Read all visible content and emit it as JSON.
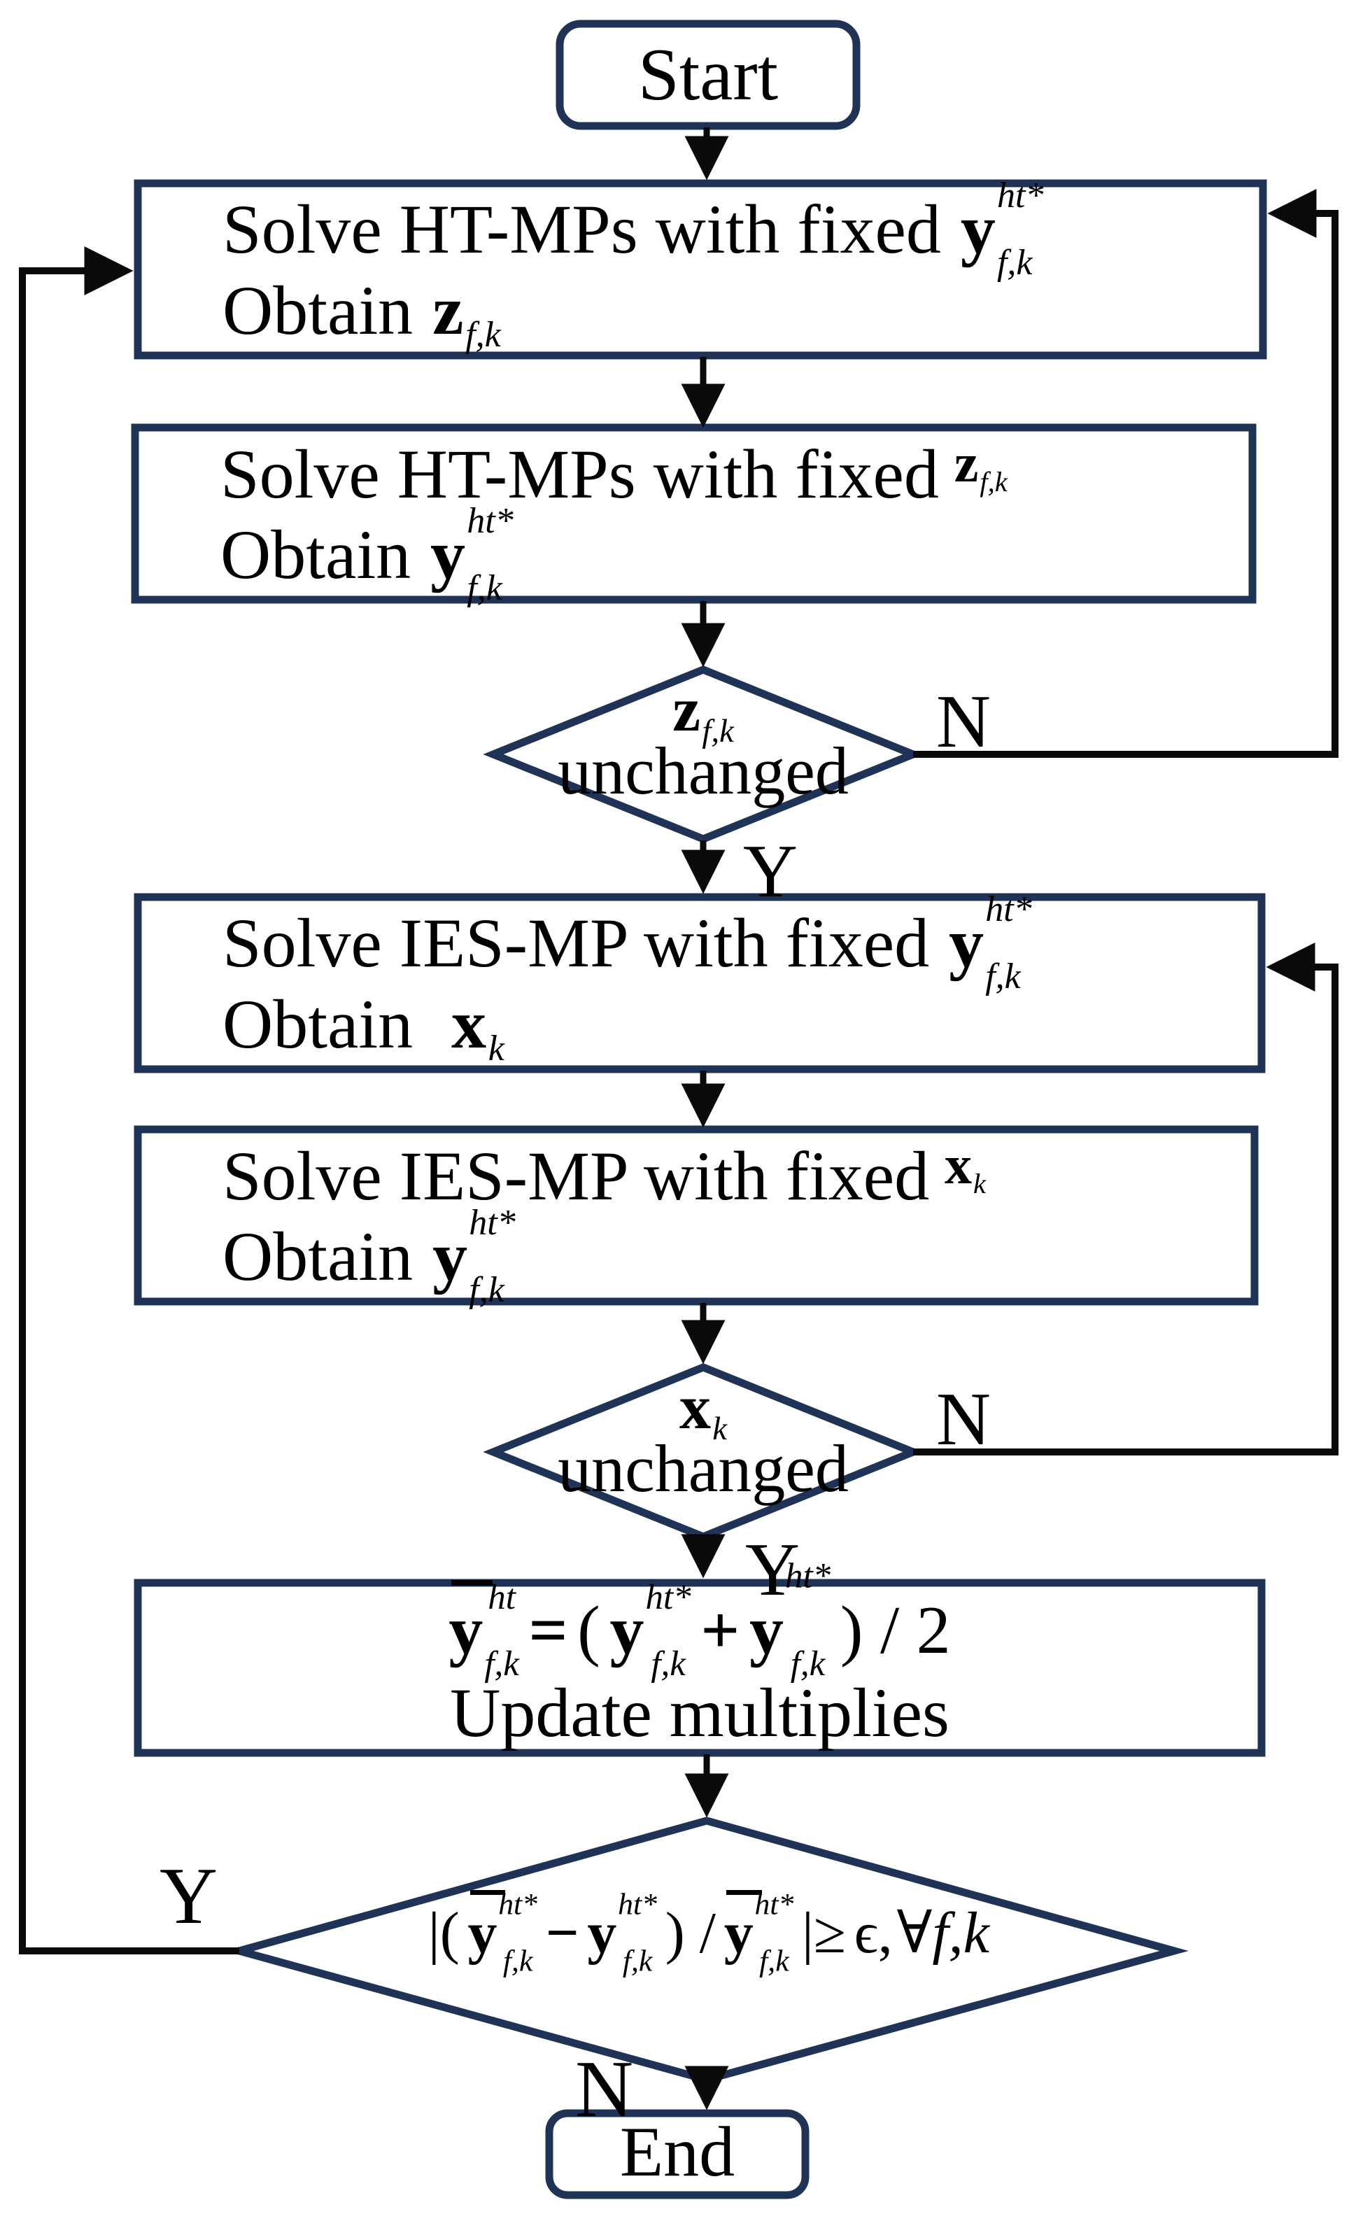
{
  "colors": {
    "shape_border": "#1e3356",
    "arrow": "#0a0a0a",
    "background": "#ffffff"
  },
  "n": {
    "start": "Start",
    "end": "End",
    "yes": "Y",
    "no": "N",
    "unchanged": "unchanged",
    "box1": {
      "p1": "Solve HT-MPs with fixed",
      "t1": {
        "b": "y",
        "sup": "ht*",
        "sub": "f,k"
      },
      "p2": "Obtain",
      "t2": {
        "b": "z",
        "sub": "f,k"
      }
    },
    "box2": {
      "p1": "Solve HT-MPs with fixed",
      "t1": {
        "b": "z",
        "sub": "f,k"
      },
      "p2": "Obtain",
      "t2": {
        "b": "y",
        "sup": "ht*",
        "sub": "f,k"
      }
    },
    "d1": {
      "t": {
        "b": "z",
        "sub": "f,k"
      }
    },
    "box3": {
      "p1": "Solve IES-MP with fixed",
      "t1": {
        "b": "y",
        "sup": "ht*",
        "sub": "f,k"
      },
      "p2": "Obtain",
      "t2": {
        "b": "x",
        "sub": "k"
      }
    },
    "box4": {
      "p1": "Solve IES-MP with fixed",
      "t1": {
        "b": "x",
        "sub": "k"
      },
      "p2": "Obtain",
      "t2": {
        "b": "y",
        "sup": "ht*",
        "sub": "f,k"
      }
    },
    "d2": {
      "t": {
        "b": "x",
        "sub": "k"
      }
    },
    "upd": {
      "lhs": {
        "b": "y",
        "sup": "ht",
        "sub": "f,k"
      },
      "eq": "=",
      "open": "(",
      "t1": {
        "b": "y",
        "sup": "ht*",
        "sub": "f,k"
      },
      "plus": "+",
      "t2": {
        "b": "y",
        "sup": "ht*",
        "sub": "f,k"
      },
      "close": ") / 2",
      "line2": "Update multiplies"
    },
    "d3": {
      "open": "|(",
      "t1": {
        "b": "y",
        "sup": "ht*",
        "sub": "f,k"
      },
      "minus": "−",
      "t2": {
        "b": "y",
        "sup": "ht*",
        "sub": "f,k"
      },
      "mid": ") /",
      "t3": {
        "b": "y",
        "sup": "ht*",
        "sub": "f,k"
      },
      "geq": "|≥",
      "eps": "ϵ,",
      "forall": "∀",
      "fk": "f,k"
    }
  }
}
